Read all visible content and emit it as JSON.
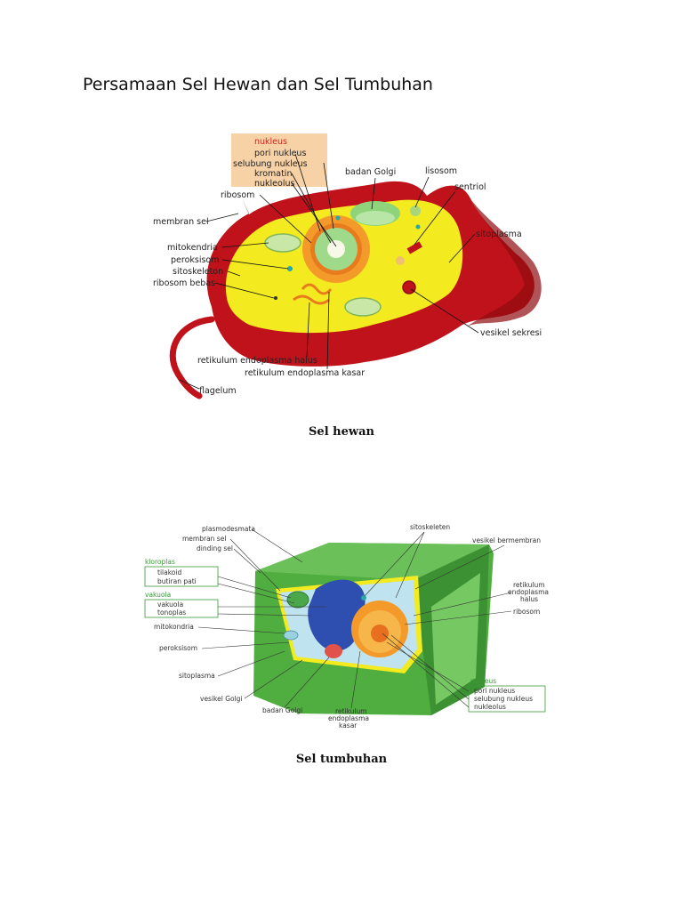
{
  "document": {
    "title": "Persamaan Sel Hewan dan Sel Tumbuhan"
  },
  "animal_cell": {
    "caption": "Sel hewan",
    "labels": {
      "nukleus": "nukleus",
      "pori_nukleus": "pori nukleus",
      "selubung_nukleus": "selubung nukleus",
      "kromatin": "kromatin",
      "nukleolus": "nukleolus",
      "badan_golgi": "badan Golgi",
      "lisosom": "lisosom",
      "sentriol": "sentriol",
      "ribosom": "ribosom",
      "membran_sel": "membran sel",
      "sitoplasma": "sitoplasma",
      "mitokondria": "mitokendria",
      "peroksisom": "peroksisom",
      "sitoskeleton": "sitoskeleton",
      "ribosom_bebas": "ribosom bebas",
      "vesikel_sekresi": "vesikel sekresi",
      "retikulum_halus": "retikulum endoplasma halus",
      "retikulum_kasar": "retikulum endoplasma kasar",
      "flagelum": "flagelum"
    }
  },
  "plant_cell": {
    "caption": "Sel tumbuhan",
    "labels": {
      "plasmodesmata": "plasmodesmata",
      "membran_sel": "membran sel",
      "dinding_sel": "dinding sel",
      "kloroplas": "kloroplas",
      "tilakoid": "tilakoid",
      "butiran_pati": "butiran pati",
      "vakuola_group": "vakuola",
      "vakuola": "vakuola",
      "tonoplas": "tonoplas",
      "mitokondria": "mitokondria",
      "peroksisom": "peroksisom",
      "sitoplasma": "sitoplasma",
      "vesikel_golgi": "vesikel Golgi",
      "badan_golgi": "badan Golgi",
      "retikulum_1": "retikulum",
      "retikulum_2": "endoplasma",
      "retikulum_3": "kasar",
      "sitoskeleten": "sitoskeleten",
      "vesikel_bermembran": "vesikel bermembran",
      "ret_halus_1": "retikulum",
      "ret_halus_2": "endoplasma",
      "ret_halus_3": "halus",
      "ribosom": "ribosom",
      "nukleus": "nukleus",
      "pori_nukleus": "pori nukleus",
      "selubung_nukleus": "selubung nukleus",
      "nukleolus": "nukleolus"
    }
  },
  "colors": {
    "animal_membrane": "#c0121a",
    "animal_cytoplasm": "#f3ea1f",
    "nucleus_green": "#9fd98a",
    "plant_wall": "#4fae3f",
    "plant_vacuole": "#2f4fb0",
    "label_highlight": "#f7d2a6"
  }
}
